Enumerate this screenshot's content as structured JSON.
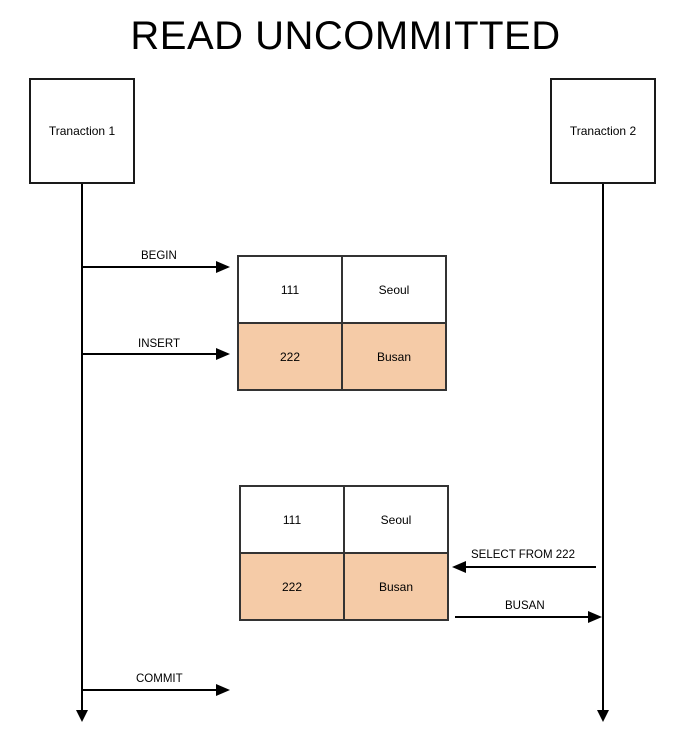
{
  "title": "READ UNCOMMITTED",
  "participants": {
    "t1": {
      "label": "Tranaction 1"
    },
    "t2": {
      "label": "Tranaction 2"
    }
  },
  "messages": {
    "begin": "BEGIN",
    "insert": "INSERT",
    "select": "SELECT FROM 222",
    "busan_result": "BUSAN",
    "commit": "COMMIT"
  },
  "tables": [
    {
      "rows": [
        {
          "id": "111",
          "city": "Seoul",
          "highlight": false
        },
        {
          "id": "222",
          "city": "Busan",
          "highlight": true
        }
      ]
    },
    {
      "rows": [
        {
          "id": "111",
          "city": "Seoul",
          "highlight": false
        },
        {
          "id": "222",
          "city": "Busan",
          "highlight": true
        }
      ]
    }
  ],
  "colors": {
    "highlight_row": "#f5cba7",
    "line": "#000000",
    "border": "#333333"
  }
}
